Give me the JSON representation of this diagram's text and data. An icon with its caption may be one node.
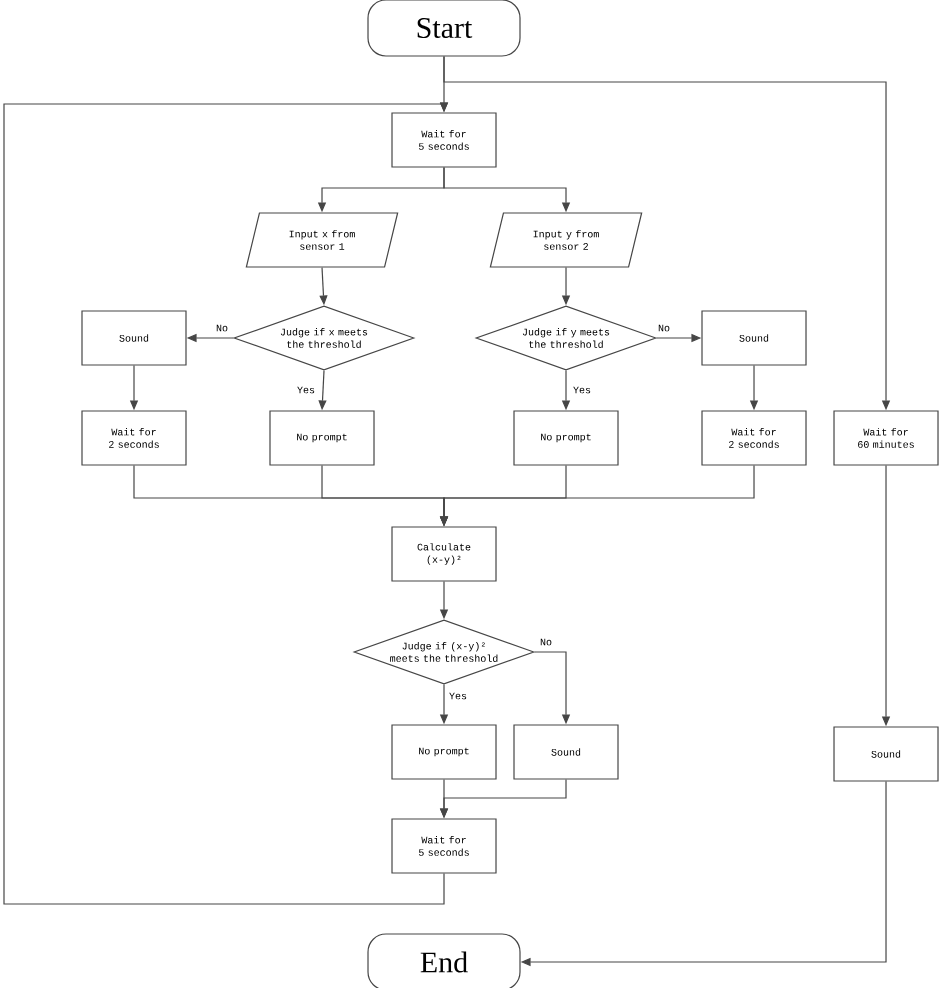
{
  "diagram": {
    "nodes": [
      {
        "text": [
          "Start"
        ]
      },
      {
        "text": [
          "Wait for 5 seconds"
        ]
      },
      {
        "text": [
          "Input x from sensor 1"
        ]
      },
      {
        "text": [
          "Input y from sensor 2"
        ]
      },
      {
        "text": [
          "Judge if x meets the threshold"
        ]
      },
      {
        "text": [
          "Judge if y meets the threshold"
        ]
      },
      {
        "text": [
          "Sound"
        ]
      },
      {
        "text": [
          "Sound"
        ]
      },
      {
        "text": [
          "Wait for 2 seconds"
        ]
      },
      {
        "text": [
          "No prompt"
        ]
      },
      {
        "text": [
          "No prompt"
        ]
      },
      {
        "text": [
          "Wait for 2 seconds"
        ]
      },
      {
        "text": [
          "Wait for 60 minutes"
        ]
      },
      {
        "text": [
          "Calculate (x-y)²"
        ]
      },
      {
        "text": [
          "Judge if (x-y)² meets the threshold"
        ]
      },
      {
        "text": [
          "No prompt"
        ]
      },
      {
        "text": [
          "Sound"
        ]
      },
      {
        "text": [
          "Wait for 5 seconds"
        ]
      },
      {
        "text": [
          "Sound"
        ]
      },
      {
        "text": [
          "End"
        ]
      }
    ],
    "edges": [
      {
        "from": 0,
        "to": 1,
        "arrow": "to"
      },
      {
        "from": 0,
        "to": 12,
        "arrow": "to"
      },
      {
        "from": 1,
        "to": 2,
        "arrow": "to"
      },
      {
        "from": 1,
        "to": 3,
        "arrow": "to"
      },
      {
        "from": 2,
        "to": 4,
        "arrow": "to"
      },
      {
        "from": 3,
        "to": 5,
        "arrow": "to"
      },
      {
        "from": 4,
        "to": 6,
        "arrow": "to",
        "label": "No"
      },
      {
        "from": 4,
        "to": 9,
        "arrow": "to",
        "label": "Yes"
      },
      {
        "from": 5,
        "to": 10,
        "arrow": "to",
        "label": "Yes"
      },
      {
        "from": 5,
        "to": 7,
        "arrow": "to",
        "label": "No"
      },
      {
        "from": 6,
        "to": 8,
        "arrow": "to"
      },
      {
        "from": 7,
        "to": 11,
        "arrow": "to"
      },
      {
        "from": 8,
        "to": 13,
        "arrow": "to"
      },
      {
        "from": 9,
        "to": 13,
        "arrow": "to"
      },
      {
        "from": 10,
        "to": 13,
        "arrow": "to"
      },
      {
        "from": 11,
        "to": 13,
        "arrow": "to"
      },
      {
        "from": 13,
        "to": 14,
        "arrow": "to"
      },
      {
        "from": 14,
        "to": 15,
        "arrow": "to",
        "label": "Yes"
      },
      {
        "from": 14,
        "to": 16,
        "arrow": "to",
        "label": "No"
      },
      {
        "from": 15,
        "to": 17,
        "arrow": "to"
      },
      {
        "from": 16,
        "to": 17,
        "arrow": "to"
      },
      {
        "from": 17,
        "to": 1,
        "arrow": "to"
      },
      {
        "from": 12,
        "to": 18,
        "arrow": "to"
      },
      {
        "from": 18,
        "to": 19,
        "arrow": "to"
      }
    ]
  }
}
